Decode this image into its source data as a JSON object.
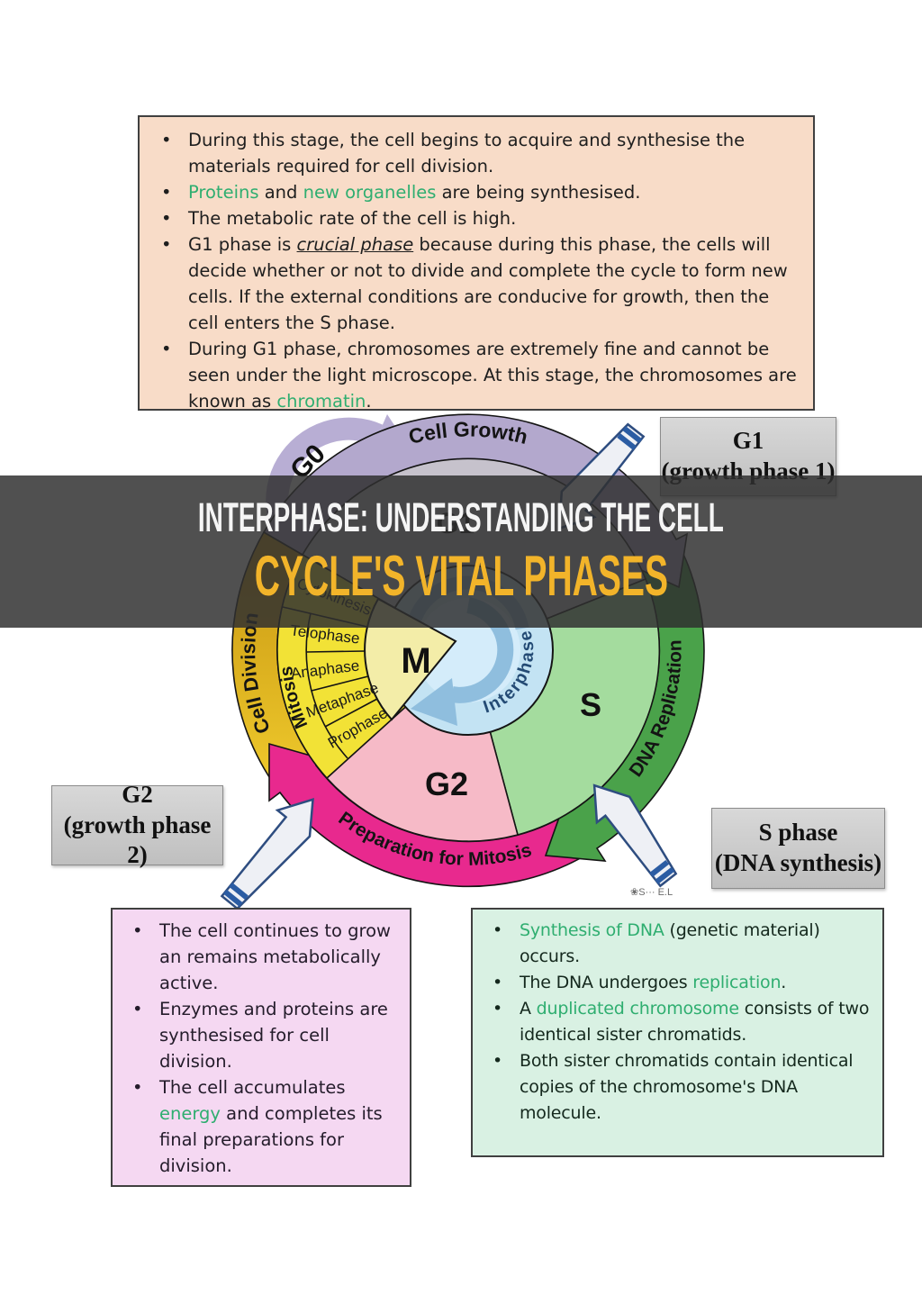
{
  "ui": {
    "bullet": "•"
  },
  "banner": {
    "line1": "INTERPHASE: UNDERSTANDING THE CELL",
    "line2": "CYCLE'S VITAL PHASES"
  },
  "colors": {
    "banner_gold": "#f2b42a",
    "green_text": "#2fae70",
    "ring_lavender": "#b3a8cd",
    "ring_gold": "#e7b81e",
    "ring_green": "#4aa24a",
    "ring_magenta": "#e8298e",
    "wedge_g1": "#c6c2cc",
    "wedge_s": "#a4dc9e",
    "wedge_g2": "#f6bac7",
    "wedge_m": "#f2e236",
    "center_blue": "#c3e3f3"
  },
  "diagram": {
    "g0": "G0",
    "cell_growth": "Cell Growth",
    "dna_replication": "DNA Replication",
    "preparation_for_mitosis": "Preparation for Mitosis",
    "cell_division": "Cell Division",
    "mitosis": "Mitosis",
    "interphase": "Interphase",
    "g1_letter": "G1",
    "m_letter": "M",
    "s_letter": "S",
    "g2_letter": "G2",
    "phases": [
      "Cytokinesis",
      "Telophase",
      "Anaphase",
      "Metaphase",
      "Prophase"
    ],
    "watermark": "❀S··· E.L"
  },
  "boxes": {
    "g1": {
      "title": "G1",
      "subtitle": "(growth phase 1)"
    },
    "g2": {
      "title": "G2",
      "subtitle": "(growth phase 2)"
    },
    "s": {
      "title": "S phase",
      "subtitle": "(DNA synthesis)"
    }
  },
  "panels": {
    "g1": {
      "bullets": [
        {
          "segs": [
            {
              "t": "During this stage, the cell begins to acquire and synthesise the materials required for cell division."
            }
          ]
        },
        {
          "segs": [
            {
              "t": "Proteins"
            },
            {
              "t": " and "
            },
            {
              "t": "new organelles"
            },
            {
              "t": " are being synthesised."
            }
          ]
        },
        {
          "segs": [
            {
              "t": "The metabolic rate of the cell is high."
            }
          ]
        },
        {
          "segs": [
            {
              "t": "G1 phase is "
            },
            {
              "t": "crucial phase"
            },
            {
              "t": " because during this phase, the cells will decide whether or not to divide and complete the cycle to form new cells. If the external conditions are conducive for growth, then the cell enters the S phase."
            }
          ]
        },
        {
          "segs": [
            {
              "t": "During G1 phase, chromosomes are extremely fine and cannot be seen under the light microscope. At this stage, the chromosomes are known as "
            },
            {
              "t": "chromatin"
            },
            {
              "t": "."
            }
          ]
        }
      ]
    },
    "g2": {
      "bullets": [
        {
          "segs": [
            {
              "t": "The cell continues to grow an remains metabolically active."
            }
          ]
        },
        {
          "segs": [
            {
              "t": "Enzymes and proteins are synthesised for cell division."
            }
          ]
        },
        {
          "segs": [
            {
              "t": "The cell accumulates "
            },
            {
              "t": "energy"
            },
            {
              "t": " and completes its final preparations for division."
            }
          ]
        }
      ]
    },
    "s": {
      "bullets": [
        {
          "segs": [
            {
              "t": "Synthesis of DNA"
            },
            {
              "t": " (genetic material) occurs."
            }
          ]
        },
        {
          "segs": [
            {
              "t": "The DNA undergoes "
            },
            {
              "t": "replication"
            },
            {
              "t": "."
            }
          ]
        },
        {
          "segs": [
            {
              "t": "A "
            },
            {
              "t": "duplicated chromosome"
            },
            {
              "t": " consists of two identical sister chromatids."
            }
          ]
        },
        {
          "segs": [
            {
              "t": "Both sister chromatids contain identical copies of the chromosome's DNA molecule."
            }
          ]
        }
      ]
    }
  }
}
